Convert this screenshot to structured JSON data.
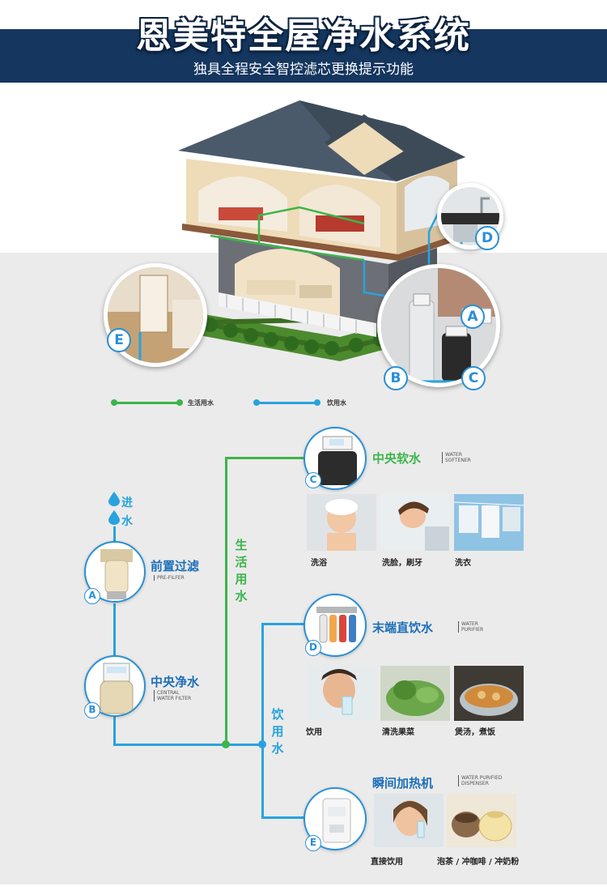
{
  "header": {
    "title": "恩美特全屋净水系统",
    "subtitle": "独具全程安全智控滤芯更换提示功能"
  },
  "house_callouts": {
    "a": "A",
    "b": "B",
    "c": "C",
    "d": "D",
    "e": "E"
  },
  "legend": {
    "domestic": "生活用水",
    "drinking": "饮用水",
    "domestic_color": "#3cb54a",
    "drinking_color": "#29a3dd"
  },
  "inlet": {
    "chars": [
      "进",
      "水"
    ]
  },
  "devices": [
    {
      "badge": "A",
      "name": "前置过滤",
      "en": [
        "PRE-FILFER"
      ]
    },
    {
      "badge": "B",
      "name": "中央净水",
      "en": [
        "CENTRAL",
        "WATER FILTER"
      ]
    },
    {
      "badge": "C",
      "name": "中央软水",
      "en": [
        "WATER",
        "SOFTENER"
      ]
    },
    {
      "badge": "D",
      "name": "末端直饮水",
      "en": [
        "WATER",
        "PURIFIER"
      ]
    },
    {
      "badge": "E",
      "name": "瞬间加热机",
      "en": [
        "WATER PURIFIED",
        "DISPENSER"
      ]
    }
  ],
  "branch_labels": {
    "domestic": [
      "生",
      "活",
      "用",
      "水"
    ],
    "drinking": [
      "饮",
      "用",
      "水"
    ]
  },
  "softener_uses": [
    "洗浴",
    "洗脸，刷牙",
    "洗衣"
  ],
  "purifier_uses": [
    "饮用",
    "清洗果菜",
    "煲汤，煮饭"
  ],
  "dispenser_uses": [
    "直接饮用",
    "泡茶 / 冲咖啡 / 冲奶粉"
  ]
}
